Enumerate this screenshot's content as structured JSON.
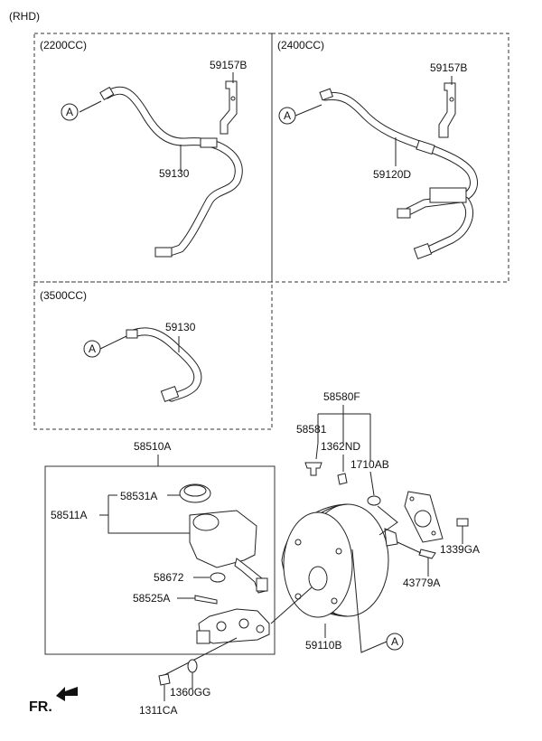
{
  "header": {
    "drive": "(RHD)"
  },
  "sections": {
    "s2200": {
      "title": "(2200CC)",
      "bracket": "59157B",
      "hose": "59130",
      "ref": "A"
    },
    "s2400": {
      "title": "(2400CC)",
      "bracket": "59157B",
      "hose": "59120D",
      "ref": "A"
    },
    "s3500": {
      "title": "(3500CC)",
      "hose": "59130",
      "ref": "A"
    }
  },
  "master_cylinder": {
    "assembly": "58510A",
    "reservoir": "58511A",
    "cap": "58531A",
    "seal": "58672",
    "pin": "58525A"
  },
  "booster": {
    "kit": "58580F",
    "clevis": "58581",
    "clip": "1362ND",
    "grommet": "1710AB",
    "nut": "1339GA",
    "pin": "43779A",
    "booster": "59110B",
    "ref": "A"
  },
  "fasteners": {
    "washer": "1360GG",
    "nut": "1311CA"
  },
  "footer": {
    "fr": "FR."
  }
}
